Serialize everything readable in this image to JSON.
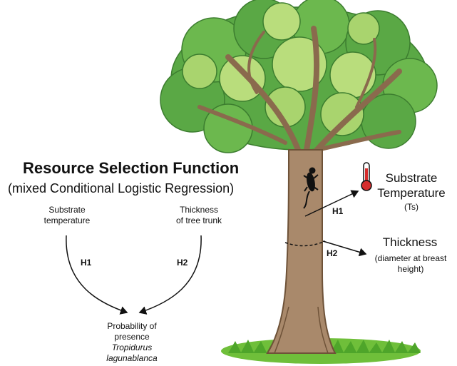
{
  "rsf": {
    "title": "Resource Selection Function",
    "subtitle": "(mixed Conditional Logistic Regression)",
    "predictor_left": [
      "Substrate",
      "temperature"
    ],
    "predictor_right": [
      "Thickness",
      "of tree trunk"
    ],
    "h1": "H1",
    "h2": "H2",
    "outcome": [
      "Probability of",
      "presence"
    ],
    "species": [
      "Tropidurus",
      "lagunablanca"
    ]
  },
  "tree": {
    "h1": "H1",
    "h2": "H2",
    "temperature": [
      "Substrate",
      "Temperature"
    ],
    "temperature_abbrev": "(Ts)",
    "thickness": "Thickness",
    "thickness_note": [
      "(diameter at breast",
      "height)"
    ]
  },
  "icons": [
    "thermometer-icon",
    "lizard-icon"
  ],
  "colors": {
    "canopy_dark": "#5aa845",
    "canopy_light": "#b9dd7c",
    "trunk": "#a9896b",
    "grass": "#6fbf3a",
    "thermometer": "#d62d2d"
  }
}
